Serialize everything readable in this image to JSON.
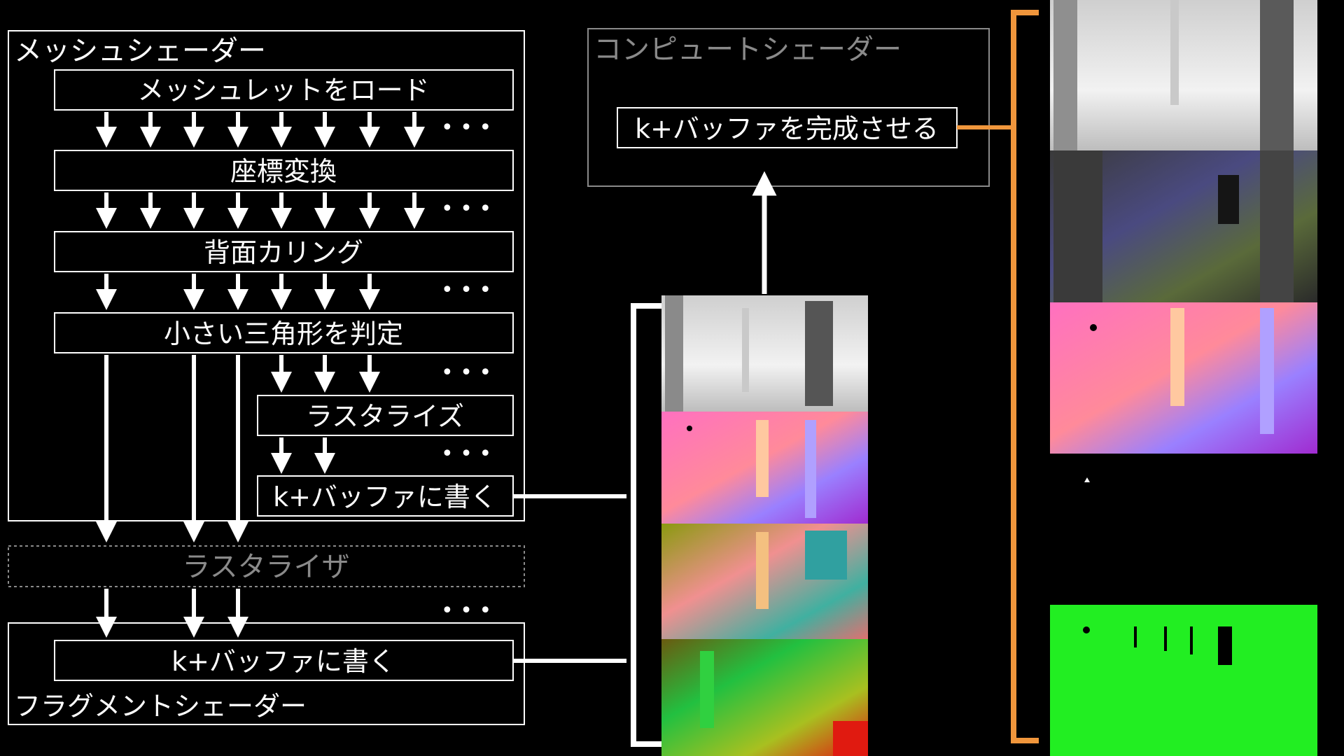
{
  "colors": {
    "background": "#000000",
    "line": "#ffffff",
    "dim": "#8a8a8a",
    "accent_bracket": "#f0963c",
    "rt_green": "#22ee22",
    "depth_light": "#e6e6e6"
  },
  "mesh_shader": {
    "title": "メッシュシェーダー",
    "stages": [
      {
        "label": "メッシュレットをロード"
      },
      {
        "label": "座標変換"
      },
      {
        "label": "背面カリング"
      },
      {
        "label": "小さい三角形を判定"
      }
    ],
    "sub_stages": [
      {
        "label": "ラスタライズ"
      },
      {
        "label": "k+バッファに書く"
      }
    ],
    "ellipsis": "• • •"
  },
  "rasterizer": {
    "label": "ラスタライザ"
  },
  "fragment_shader": {
    "title": "フラグメントシェーダー",
    "stage": {
      "label": "k+バッファに書く"
    }
  },
  "compute_shader": {
    "title": "コンピュートシェーダー",
    "stage": {
      "label": "k+バッファを完成させる"
    }
  },
  "kbuffer_layers": {
    "images": [
      {
        "icon": "depth-image"
      },
      {
        "icon": "normal-image"
      },
      {
        "icon": "attribute-image"
      },
      {
        "icon": "uv-image"
      }
    ]
  },
  "final_layers": {
    "images": [
      {
        "icon": "depth-image"
      },
      {
        "icon": "albedo-image"
      },
      {
        "icon": "normal-image"
      },
      {
        "icon": "empty-image"
      },
      {
        "icon": "mask-image"
      }
    ]
  }
}
